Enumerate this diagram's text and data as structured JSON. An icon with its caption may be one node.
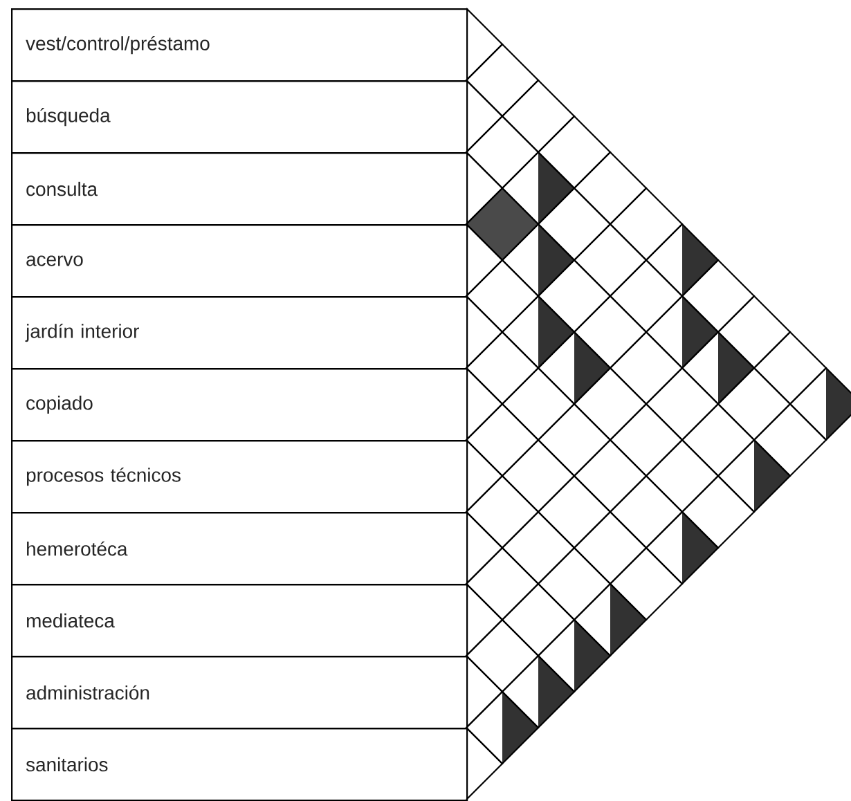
{
  "diagram": {
    "nodes": [
      {
        "text": [
          "vest/control/préstamo"
        ]
      },
      {
        "text": [
          "búsqueda"
        ]
      },
      {
        "text": [
          "consulta"
        ]
      },
      {
        "text": [
          "acervo"
        ]
      },
      {
        "text": [
          "jardín interior"
        ]
      },
      {
        "text": [
          "copiado"
        ]
      },
      {
        "text": [
          "procesos técnicos"
        ]
      },
      {
        "text": [
          "hemerotéca"
        ]
      },
      {
        "text": [
          "mediateca"
        ]
      },
      {
        "text": [
          "administración"
        ]
      },
      {
        "text": [
          "sanitarios"
        ]
      }
    ]
  }
}
